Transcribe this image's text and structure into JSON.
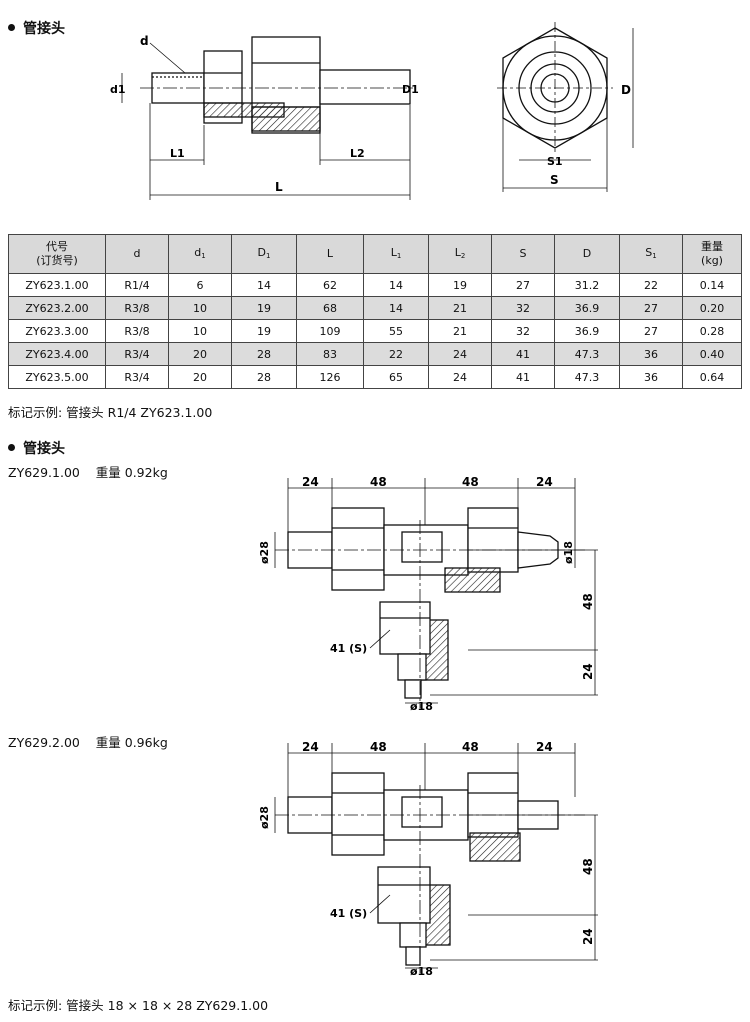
{
  "section1": {
    "heading": "管接头",
    "drawing_labels": {
      "d": "d",
      "d1": "d1",
      "D1": "D1",
      "L1": "L1",
      "L2": "L2",
      "L": "L",
      "S1": "S1",
      "S": "S",
      "D": "D"
    }
  },
  "table": {
    "headers": [
      {
        "main": "代号",
        "second": "(订货号)"
      },
      {
        "main": "d",
        "sub": ""
      },
      {
        "main": "d",
        "sub": "1"
      },
      {
        "main": "D",
        "sub": "1"
      },
      {
        "main": "L",
        "sub": ""
      },
      {
        "main": "L",
        "sub": "1"
      },
      {
        "main": "L",
        "sub": "2"
      },
      {
        "main": "S",
        "sub": ""
      },
      {
        "main": "D",
        "sub": ""
      },
      {
        "main": "S",
        "sub": "1"
      },
      {
        "main": "重量",
        "second": "(kg)"
      }
    ],
    "rows": [
      [
        "ZY623.1.00",
        "R1/4",
        "6",
        "14",
        "62",
        "14",
        "19",
        "27",
        "31.2",
        "22",
        "0.14"
      ],
      [
        "ZY623.2.00",
        "R3/8",
        "10",
        "19",
        "68",
        "14",
        "21",
        "32",
        "36.9",
        "27",
        "0.20"
      ],
      [
        "ZY623.3.00",
        "R3/8",
        "10",
        "19",
        "109",
        "55",
        "21",
        "32",
        "36.9",
        "27",
        "0.28"
      ],
      [
        "ZY623.4.00",
        "R3/4",
        "20",
        "28",
        "83",
        "22",
        "24",
        "41",
        "47.3",
        "36",
        "0.40"
      ],
      [
        "ZY623.5.00",
        "R3/4",
        "20",
        "28",
        "126",
        "65",
        "24",
        "41",
        "47.3",
        "36",
        "0.64"
      ]
    ],
    "example": "标记示例: 管接头 R1/4   ZY623.1.00"
  },
  "section2": {
    "heading": "管接头",
    "part1": {
      "code": "ZY629.1.00",
      "weight": "重量 0.92kg"
    },
    "part2": {
      "code": "ZY629.2.00",
      "weight": "重量 0.96kg"
    },
    "dims": {
      "d24": "24",
      "d48": "48",
      "phi28": "ø28",
      "phi18": "ø18",
      "hex": "41 (S)"
    },
    "example": "标记示例: 管接头 18 × 18 × 28   ZY629.1.00"
  }
}
